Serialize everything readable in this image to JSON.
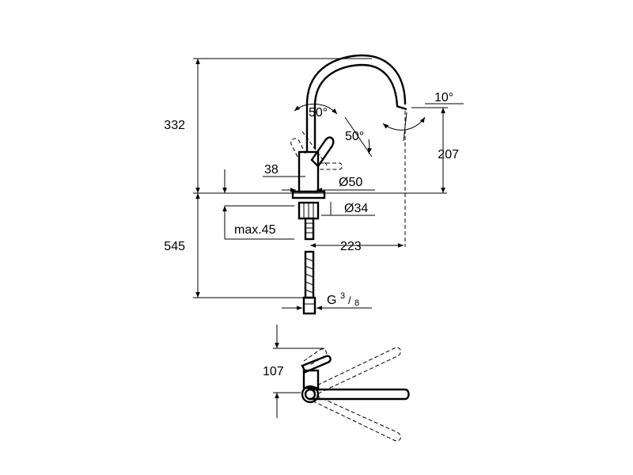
{
  "labels": {
    "h332": "332",
    "h207": "207",
    "h545": "545",
    "h107": "107",
    "w38": "38",
    "w223": "223",
    "maxdepth": "max.45",
    "dia50": "Ø50",
    "dia34": "Ø34",
    "angle_top": "50°",
    "angle_side": "50°",
    "angle_spout": "10°",
    "thread_g": "G",
    "thread_num": "3",
    "thread_den": "8"
  },
  "colors": {
    "line": "#000000",
    "background": "#ffffff"
  }
}
